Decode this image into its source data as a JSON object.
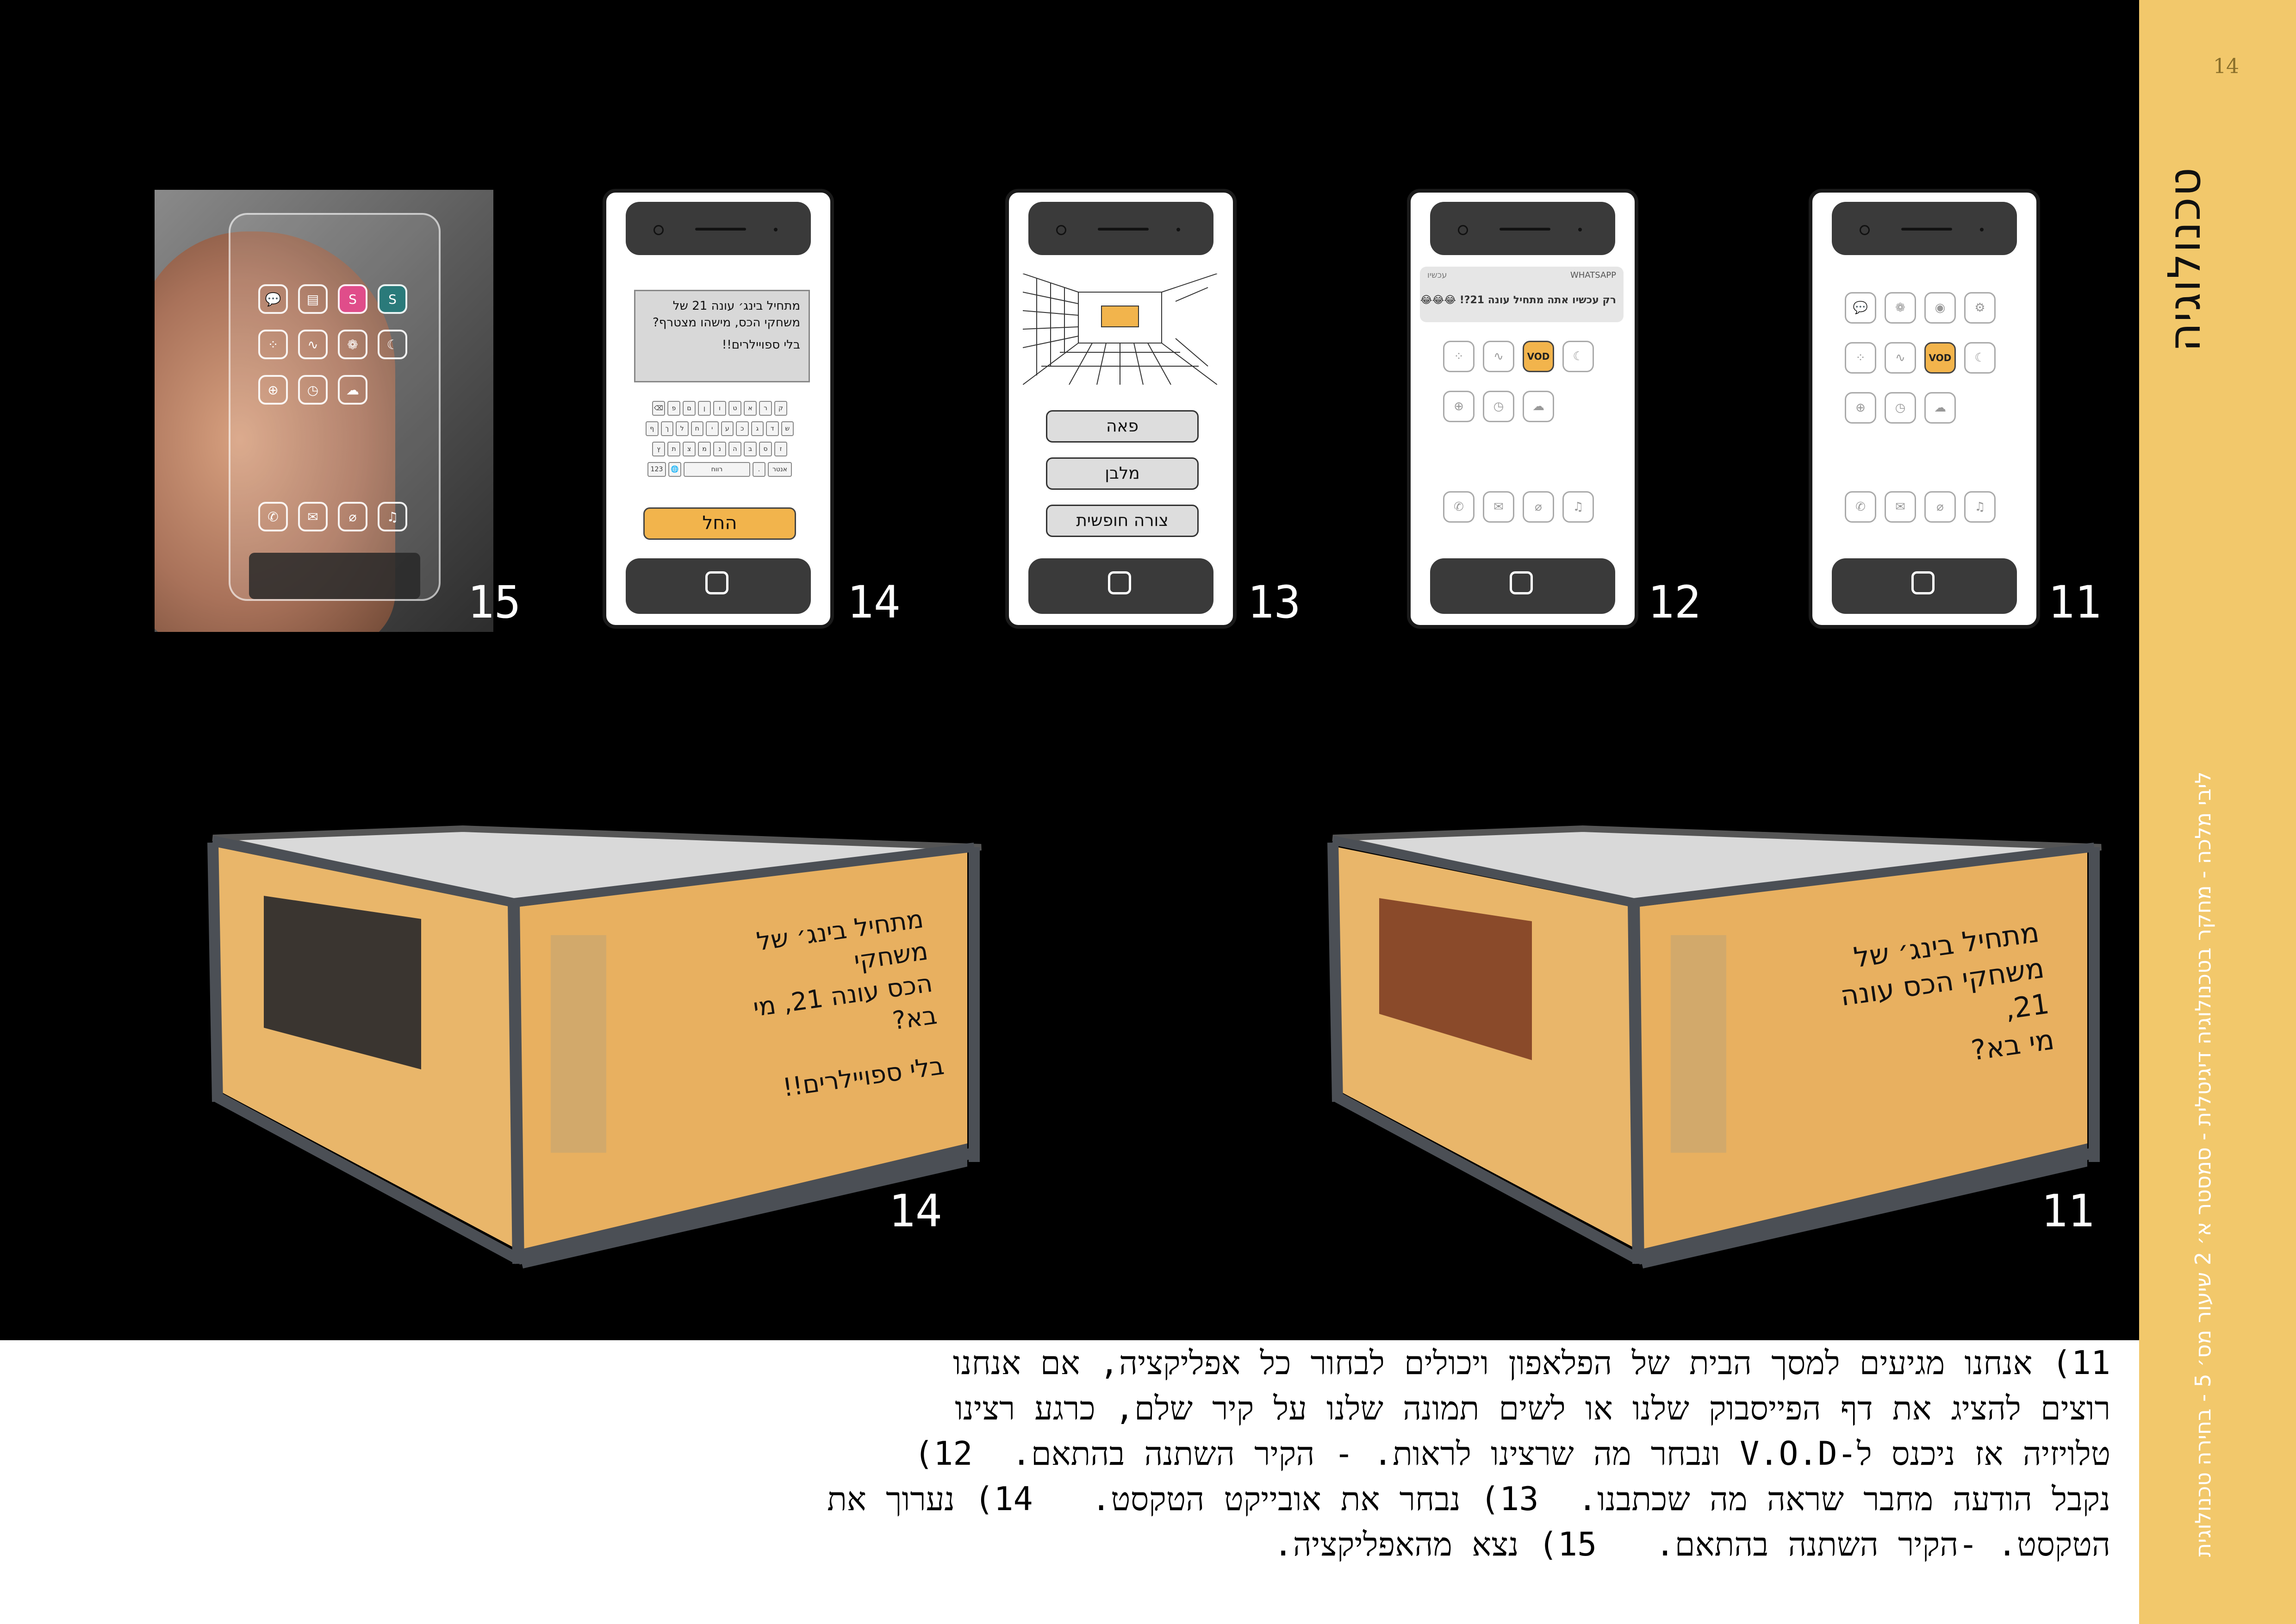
{
  "page": {
    "number": "14"
  },
  "sidebar": {
    "title": "טכנולוגיה",
    "caption": "ליבי מלכה - מחקר בטכנולוגיה דיגיטלית - סמסטר א׳ 2 שיעור מס׳ 5 - בחירה טכנולוגית"
  },
  "steps": {
    "s15": "15",
    "s14": "14",
    "s13": "13",
    "s12": "12",
    "s11": "11",
    "room14": "14",
    "room11": "11"
  },
  "phone12": {
    "notif_app": "WHATSAPP",
    "notif_time": "עכשיו",
    "notif_msg": "רק עכשיו אתה מתחיל עונה 21?! 😂😂😂"
  },
  "phone13": {
    "options": [
      "פאה",
      "מלבן",
      "צורה חופשית"
    ]
  },
  "phone14": {
    "message_line1": "מתחיל בינג׳ עונה 21 של",
    "message_line2": "משחקי הכס, מישהו מצטרף?",
    "message_line3": "בלי ספויילרים!!",
    "send_label": "החל",
    "keys_row1": [
      "⌫",
      "פ",
      "ם",
      "ן",
      "ו",
      "ט",
      "א",
      "ר",
      "ק"
    ],
    "keys_row2": [
      "ף",
      "ך",
      "ל",
      "ח",
      "י",
      "ע",
      "כ",
      "ג",
      "ד",
      "ש"
    ],
    "keys_row3": [
      "ץ",
      "ת",
      "צ",
      "מ",
      "נ",
      "ה",
      "ב",
      "ס",
      "ז"
    ],
    "keys_row4": [
      "123",
      "🌐",
      "רווח",
      ".",
      "אנטר"
    ]
  },
  "vod_label": "VOD",
  "room14": {
    "text_line1": "מתחיל בינג׳ של משחקי",
    "text_line2": "הכס עונה 21, מי בא?",
    "text_line3": "בלי ספויילרים!!"
  },
  "room11": {
    "text_line1": "מתחיל בינג׳ של",
    "text_line2": "משחקי הכס עונה 21,",
    "text_line3": "מי בא?"
  },
  "body_text": "11) אנחנו מגיעים למסך הבית של הפלאפון ויכולים לבחור כל אפליקציה, אם אנחנו\nרוצים להציג את דף הפייסבוק שלנו או לשים תמונה שלנו על קיר שלם, כרגע רצינו\nטלויזיה אז ניכנס ל-V.O.D ונבחר מה שרצינו לראות. - הקיר השתנה בהתאם.  12)\nנקבל הודעה מחבר שראה מה שכתבנו.  13) נבחר את אובייקט הטקסט.   14) נערוך את\nהטקסט. -הקיר השתנה בהתאם.   15) נצא מהאפליקציה."
}
